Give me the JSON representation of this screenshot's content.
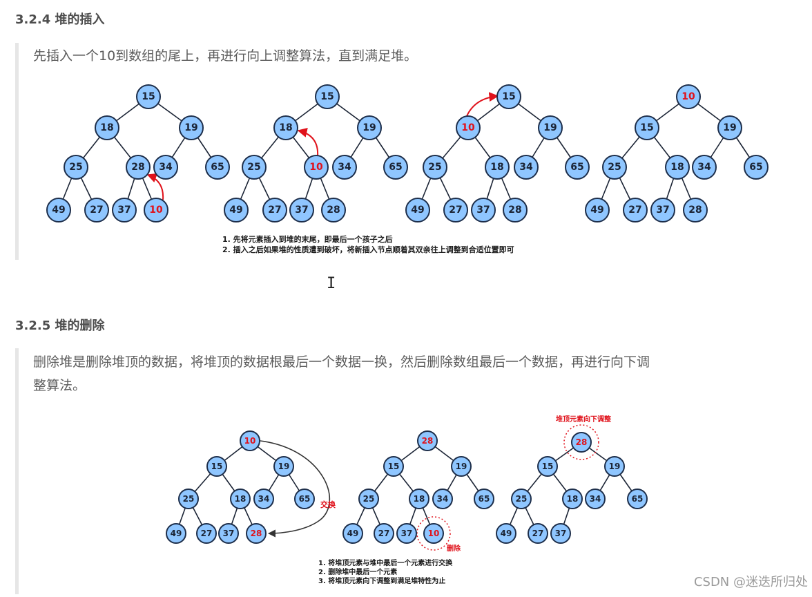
{
  "section_insert": {
    "heading": "3.2.4 堆的插入",
    "paragraph": "先插入一个10到数组的尾上，再进行向上调整算法，直到满足堆。",
    "figure_notes": [
      "1. 先将元素插入到堆的末尾，即最后一个孩子之后",
      "2. 插入之后如果堆的性质遭到破坏，将新插入节点顺着其双亲往上调整到合适位置即可"
    ],
    "trees": [
      [
        "15",
        "18",
        "19",
        "25",
        "28",
        "34",
        "65",
        "49",
        "27",
        "37",
        "10"
      ],
      [
        "15",
        "18",
        "19",
        "25",
        "10",
        "34",
        "65",
        "49",
        "27",
        "37",
        "28"
      ],
      [
        "15",
        "10",
        "19",
        "25",
        "18",
        "34",
        "65",
        "49",
        "27",
        "37",
        "28"
      ],
      [
        "10",
        "15",
        "19",
        "25",
        "18",
        "34",
        "65",
        "49",
        "27",
        "37",
        "28"
      ]
    ]
  },
  "section_delete": {
    "heading": "3.2.5 堆的删除",
    "paragraph_line1": "删除堆是删除堆顶的数据，将堆顶的数据根最后一个数据一换，然后删除数组最后一个数据，再进行向下调",
    "paragraph_line2": "整算法。",
    "swap_label": "交换",
    "delete_label": "删除",
    "sift_label": "堆顶元素向下调整",
    "figure_notes": [
      "1. 将堆顶元素与堆中最后一个元素进行交换",
      "2. 删除堆中最后一个元素",
      "3. 将堆顶元素向下调整到满足堆特性为止"
    ],
    "trees": [
      [
        "10",
        "15",
        "19",
        "25",
        "18",
        "34",
        "65",
        "49",
        "27",
        "37",
        "28"
      ],
      [
        "28",
        "15",
        "19",
        "25",
        "18",
        "34",
        "65",
        "49",
        "27",
        "37",
        "10"
      ],
      [
        "28",
        "15",
        "19",
        "25",
        "18",
        "34",
        "65",
        "49",
        "27",
        "37"
      ]
    ]
  },
  "colors": {
    "node_fill": "#8fc6ff",
    "node_stroke": "#1d2e4a",
    "highlight": "#e0121b"
  },
  "watermark": "CSDN @迷迭所归处"
}
